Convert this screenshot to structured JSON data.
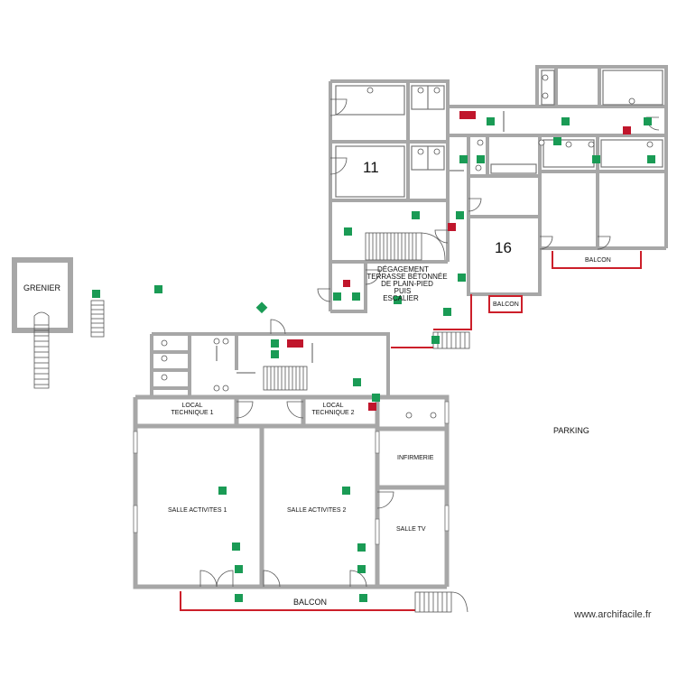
{
  "labels": {
    "grenier": "GRENIER",
    "room_11": "11",
    "room_16": "16",
    "degagement_1": "DÉGAGEMENT",
    "degagement_2": "TERRASSE BÉTONNÉE",
    "degagement_3": "DE PLAIN-PIED",
    "degagement_4": "PUIS",
    "degagement_5": "ESCALIER",
    "local_tech_1_a": "LOCAL",
    "local_tech_1_b": "TECHNIQUE 1",
    "local_tech_2_a": "LOCAL",
    "local_tech_2_b": "TECHNIQUE 2",
    "infirmerie": "INFIRMERIE",
    "salle_activites_1": "SALLE ACTIVITES 1",
    "salle_activites_2": "SALLE ACTIVITES 2",
    "salle_tv": "SALLE TV",
    "balcon_main": "BALCON",
    "balcon_16": "BALCON",
    "balcon_east": "BALCON",
    "parking": "PARKING",
    "watermark": "www.archifacile.fr"
  },
  "colors": {
    "wall": "#a7a7a7",
    "balcony_line": "#cc1f2a",
    "exit_sign": "#1a9b55",
    "fire_equipment": "#c0162c",
    "text": "#111111"
  },
  "symbols": {
    "exit_sign": "emergency-exit-arrow-icon",
    "fire_extinguisher": "fire-extinguisher-icon",
    "evacuation_direction": "double-arrow-icon"
  }
}
